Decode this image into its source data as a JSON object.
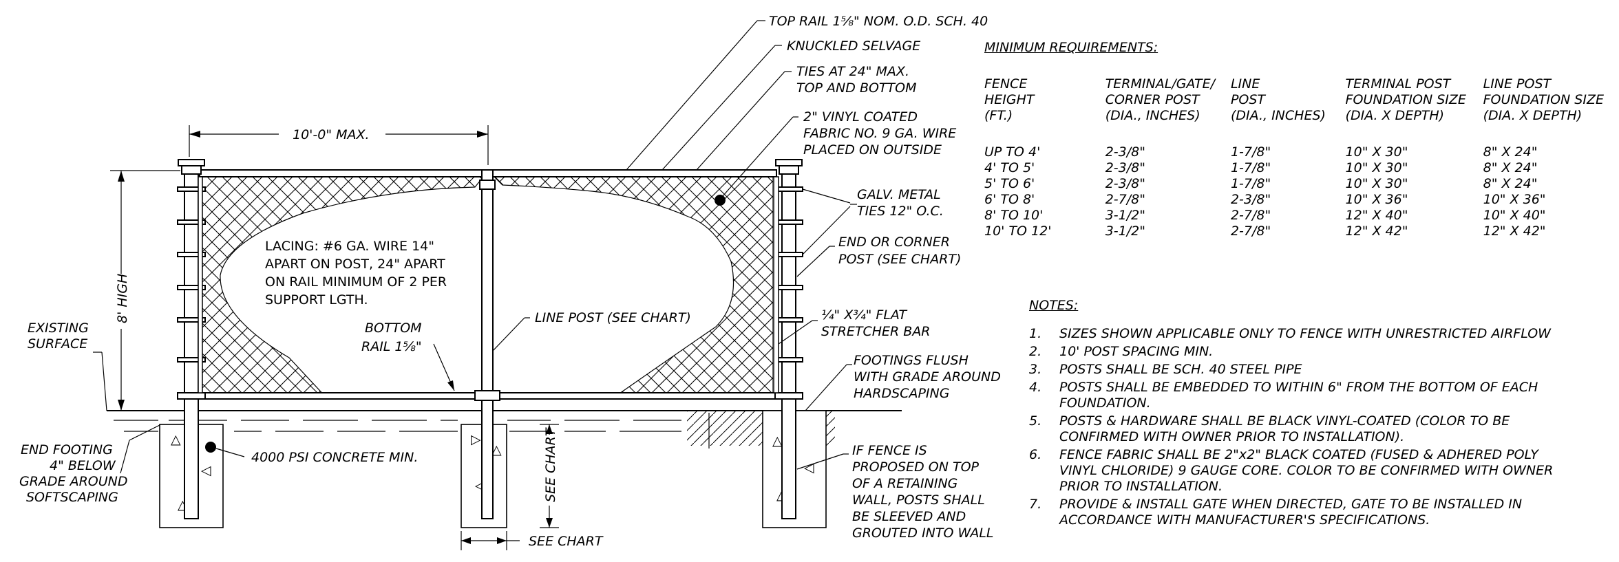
{
  "callouts": {
    "top_rail": "TOP RAIL 1⅝\" NOM. O.D. SCH. 40",
    "selvage": "KNUCKLED SELVAGE",
    "ties_1": "TIES AT 24\" MAX.",
    "ties_2": "TOP AND BOTTOM",
    "fabric_1": "2\" VINYL COATED",
    "fabric_2": "FABRIC NO. 9 GA. WIRE",
    "fabric_3": "PLACED ON OUTSIDE",
    "galv_1": "GALV. METAL",
    "galv_2": "TIES 12\" O.C.",
    "end_post_1": "END OR CORNER",
    "end_post_2": "POST (SEE CHART)",
    "stretcher_1": "¼\" X¾\" FLAT",
    "stretcher_2": "STRETCHER BAR",
    "footings_1": "FOOTINGS FLUSH",
    "footings_2": "WITH GRADE AROUND",
    "footings_3": "HARDSCAPING",
    "wall_1": "IF FENCE IS",
    "wall_2": "PROPOSED ON TOP",
    "wall_3": "OF A RETAINING",
    "wall_4": "WALL, POSTS SHALL",
    "wall_5": "BE SLEEVED AND",
    "wall_6": "GROUTED INTO WALL",
    "spacing": "10'-0\" MAX.",
    "height": "8' HIGH",
    "lacing_1": "LACING: #6 GA. WIRE 14\"",
    "lacing_2": "APART ON POST, 24\" APART",
    "lacing_3": "ON RAIL MINIMUM OF 2 PER",
    "lacing_4": "SUPPORT LGTH.",
    "line_post": "LINE POST (SEE CHART)",
    "bottom_rail_1": "BOTTOM",
    "bottom_rail_2": "RAIL 1⅝\"",
    "existing_1": "EXISTING",
    "existing_2": "SURFACE",
    "end_footing_1": "END FOOTING",
    "end_footing_2": "4\" BELOW",
    "end_footing_3": "GRADE AROUND",
    "end_footing_4": "SOFTSCAPING",
    "concrete": "4000 PSI CONCRETE MIN.",
    "see_chart_v": "SEE CHART",
    "see_chart_h": "SEE CHART"
  },
  "requirements": {
    "title": "MINIMUM REQUIREMENTS:",
    "headers": [
      [
        "FENCE",
        "HEIGHT",
        "(FT.)"
      ],
      [
        "TERMINAL/GATE/",
        "CORNER POST",
        "(DIA., INCHES)"
      ],
      [
        "LINE",
        "POST",
        "(DIA., INCHES)"
      ],
      [
        "TERMINAL POST",
        "FOUNDATION SIZE",
        "(DIA. X DEPTH)"
      ],
      [
        "LINE POST",
        "FOUNDATION SIZE",
        "(DIA. X DEPTH)"
      ]
    ],
    "rows": [
      [
        "UP TO 4'",
        "2-3/8\"",
        "1-7/8\"",
        "10\" X 30\"",
        "8\" X 24\""
      ],
      [
        "4' TO 5'",
        "2-3/8\"",
        "1-7/8\"",
        "10\" X 30\"",
        "8\" X 24\""
      ],
      [
        "5' TO 6'",
        "2-3/8\"",
        "1-7/8\"",
        "10\" X 30\"",
        "8\" X 24\""
      ],
      [
        "6' TO 8'",
        "2-7/8\"",
        "2-3/8\"",
        "10\" X 36\"",
        "10\" X 36\""
      ],
      [
        "8' TO 10'",
        "3-1/2\"",
        "2-7/8\"",
        "12\" X 40\"",
        "10\" X 40\""
      ],
      [
        "10' TO 12'",
        "3-1/2\"",
        "2-7/8\"",
        "12\" X 42\"",
        "12\" X 42\""
      ]
    ]
  },
  "notes": {
    "title": "NOTES:",
    "items": [
      {
        "num": "1.",
        "text": "SIZES SHOWN APPLICABLE ONLY TO FENCE WITH UNRESTRICTED AIRFLOW"
      },
      {
        "num": "2.",
        "text": "10' POST SPACING MIN."
      },
      {
        "num": "3.",
        "text": "POSTS SHALL BE SCH. 40 STEEL PIPE"
      },
      {
        "num": "4.",
        "text": "POSTS SHALL BE EMBEDDED TO WITHIN 6\" FROM THE BOTTOM OF EACH FOUNDATION."
      },
      {
        "num": "5.",
        "text": "POSTS & HARDWARE SHALL BE BLACK VINYL-COATED (COLOR TO BE CONFIRMED WITH OWNER PRIOR TO INSTALLATION)."
      },
      {
        "num": "6.",
        "text": "FENCE FABRIC SHALL BE 2\"x2\" BLACK COATED (FUSED & ADHERED POLY VINYL CHLORIDE) 9 GAUGE CORE. COLOR TO BE CONFIRMED WITH OWNER PRIOR TO INSTALLATION."
      },
      {
        "num": "7.",
        "text": "PROVIDE & INSTALL GATE WHEN DIRECTED, GATE TO BE INSTALLED IN ACCORDANCE WITH MANUFACTURER'S SPECIFICATIONS."
      }
    ]
  }
}
